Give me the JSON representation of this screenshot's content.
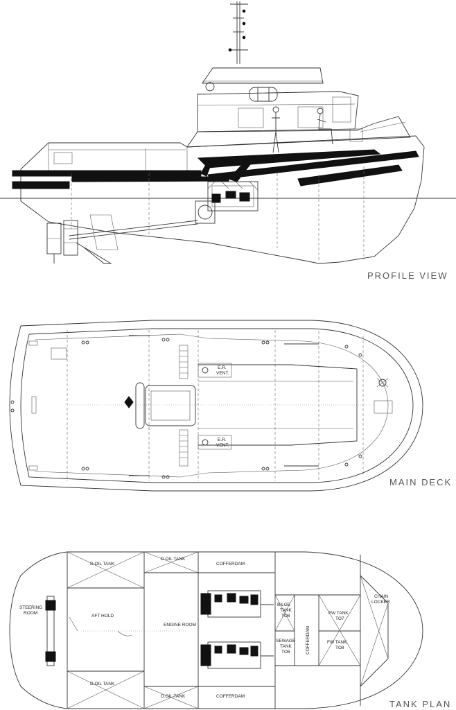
{
  "views": {
    "profile_title": "PROFILE VIEW",
    "main_deck_title": "MAIN DECK",
    "tank_plan_title": "TANK PLAN"
  },
  "main_deck": {
    "er_vent_top": [
      "E.R.",
      "VENT."
    ],
    "er_vent_bottom": [
      "E.R.",
      "VENT."
    ]
  },
  "tank_plan": {
    "d_oil_tank_top_aft": "D.OIL TANK",
    "d_oil_tank_top_fwd": "D.OIL TANK",
    "cofferdam_top": "COFFERDAM",
    "d_oil_tank_bottom_aft": "D.OIL TANK",
    "d_oil_tank_bottom_fwd": "D.OIL TANK",
    "cofferdam_bottom": "COFFERDAM",
    "steering_room": [
      "STEERING",
      "ROOM"
    ],
    "aft_hold": "AFT HOLD",
    "engine_room": "ENGINE  ROOM",
    "bilge_tank": [
      "BILGE",
      "TANK",
      "TO6"
    ],
    "sewage_tank": [
      "SEWAGE",
      "TANK",
      "TO6"
    ],
    "cofferdam_vertical": "COFFERDAM",
    "fw_tank_upper": [
      "FW TANK",
      "TO7"
    ],
    "fw_tank_lower": [
      "FW TANK",
      "TO8"
    ],
    "chain_locker": [
      "CHAIN",
      "LOCKER"
    ]
  },
  "icons": [
    "engine-icon",
    "mast-icon",
    "propeller-icon",
    "rudder-icon",
    "bollard-icon",
    "hatch-icon",
    "capstan-icon",
    "person-icon"
  ]
}
